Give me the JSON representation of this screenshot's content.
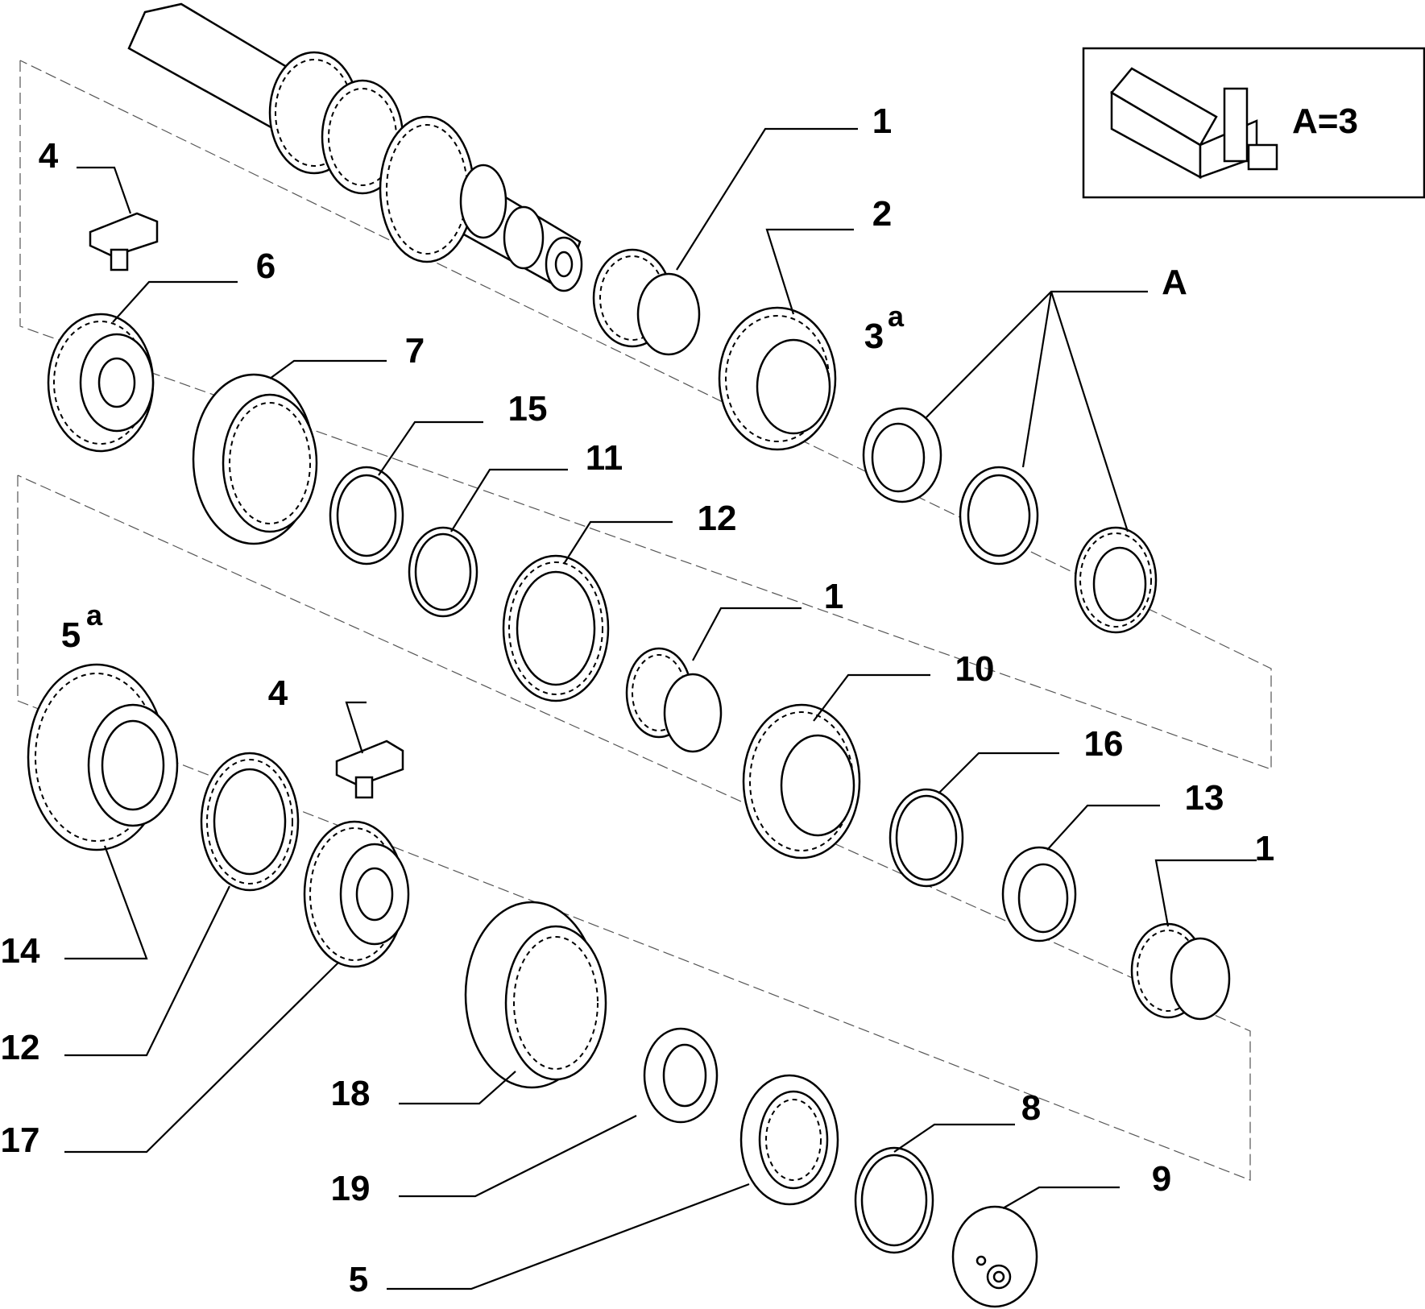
{
  "callouts": [
    {
      "id": "c1a",
      "text": "1"
    },
    {
      "id": "c2",
      "text": "2"
    },
    {
      "id": "c3a_num",
      "text": "3"
    },
    {
      "id": "c3a_sup",
      "text": "a"
    },
    {
      "id": "cA",
      "text": "A"
    },
    {
      "id": "c4a",
      "text": "4"
    },
    {
      "id": "c6",
      "text": "6"
    },
    {
      "id": "c7",
      "text": "7"
    },
    {
      "id": "c15",
      "text": "15"
    },
    {
      "id": "c11",
      "text": "11"
    },
    {
      "id": "c12a",
      "text": "12"
    },
    {
      "id": "c1b",
      "text": "1"
    },
    {
      "id": "c10",
      "text": "10"
    },
    {
      "id": "c16",
      "text": "16"
    },
    {
      "id": "c13",
      "text": "13"
    },
    {
      "id": "c1c",
      "text": "1"
    },
    {
      "id": "c5a_num",
      "text": "5"
    },
    {
      "id": "c5a_sup",
      "text": "a"
    },
    {
      "id": "c4b",
      "text": "4"
    },
    {
      "id": "c14",
      "text": "14"
    },
    {
      "id": "c12b",
      "text": "12"
    },
    {
      "id": "c17",
      "text": "17"
    },
    {
      "id": "c18",
      "text": "18"
    },
    {
      "id": "c19",
      "text": "19"
    },
    {
      "id": "c8",
      "text": "8"
    },
    {
      "id": "c9",
      "text": "9"
    },
    {
      "id": "c5",
      "text": "5"
    }
  ],
  "kit_box": {
    "label": "A=3"
  }
}
